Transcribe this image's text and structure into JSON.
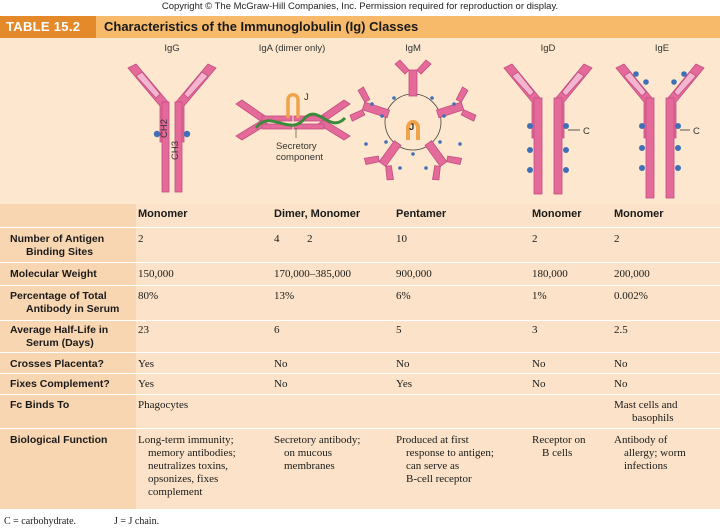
{
  "copyright": "Copyright © The McGraw-Hill Companies, Inc. Permission required for reproduction or display.",
  "title": {
    "tag": "TABLE 15.2",
    "text": "Characteristics of the Immunoglobulin (Ig) Classes"
  },
  "diagram": {
    "class_labels": [
      "IgG",
      "IgA (dimer only)",
      "IgM",
      "IgD",
      "IgE"
    ],
    "igg_domain_labels": [
      "CH2",
      "CH3"
    ],
    "iga_labels": {
      "j": "J",
      "secretory_line1": "Secretory",
      "secretory_line2": "component"
    },
    "igm_label": "J",
    "igd_label": "C",
    "ige_label": "C"
  },
  "table": {
    "headers": [
      "Monomer",
      "Dimer, Monomer",
      "Pentamer",
      "Monomer",
      "Monomer"
    ],
    "rows": [
      {
        "label_lines": [
          "Number of Antigen",
          "Binding Sites"
        ],
        "cells": [
          [
            "2"
          ],
          [
            "4          2"
          ],
          [
            "10"
          ],
          [
            "2"
          ],
          [
            "2"
          ]
        ]
      },
      {
        "label_lines": [
          "Molecular Weight"
        ],
        "cells": [
          [
            "150,000"
          ],
          [
            "170,000–385,000"
          ],
          [
            "900,000"
          ],
          [
            "180,000"
          ],
          [
            "200,000"
          ]
        ]
      },
      {
        "label_lines": [
          "Percentage of Total",
          "Antibody in Serum"
        ],
        "cells": [
          [
            "80%"
          ],
          [
            "13%"
          ],
          [
            "6%"
          ],
          [
            "1%"
          ],
          [
            "0.002%"
          ]
        ]
      },
      {
        "label_lines": [
          "Average Half-Life in",
          "Serum (Days)"
        ],
        "cells": [
          [
            "23"
          ],
          [
            "6"
          ],
          [
            "5"
          ],
          [
            "3"
          ],
          [
            "2.5"
          ]
        ]
      },
      {
        "label_lines": [
          "Crosses Placenta?"
        ],
        "cells": [
          [
            "Yes"
          ],
          [
            "No"
          ],
          [
            "No"
          ],
          [
            "No"
          ],
          [
            "No"
          ]
        ]
      },
      {
        "label_lines": [
          "Fixes Complement?"
        ],
        "cells": [
          [
            "Yes"
          ],
          [
            "No"
          ],
          [
            "Yes"
          ],
          [
            "No"
          ],
          [
            "No"
          ]
        ]
      },
      {
        "label_lines": [
          "Fc Binds To"
        ],
        "cells": [
          [
            "Phagocytes"
          ],
          [],
          [],
          [],
          [
            "Mast cells and",
            "basophils"
          ]
        ]
      },
      {
        "label_lines": [
          "Biological Function"
        ],
        "cells": [
          [
            "Long-term immunity;",
            "memory antibodies;",
            "neutralizes toxins,",
            "opsonizes, fixes",
            "complement"
          ],
          [
            "Secretory antibody;",
            "on mucous",
            "membranes"
          ],
          [
            "Produced at first",
            "response to antigen;",
            "can serve as",
            "B-cell receptor"
          ],
          [
            "Receptor on",
            "B cells"
          ],
          [
            "Antibody of",
            "allergy; worm",
            "infections"
          ]
        ]
      }
    ]
  },
  "footer": {
    "left": "C = carbohydrate.",
    "right": "J = J chain."
  },
  "colors": {
    "antibody": "#e46a9a",
    "carbohydrate": "#3f6fb6",
    "j_chain": "#f0a34a",
    "secretory": "#3c8a3c",
    "title_tag": "#e48a2a",
    "title_bar": "#f6ba6a"
  }
}
